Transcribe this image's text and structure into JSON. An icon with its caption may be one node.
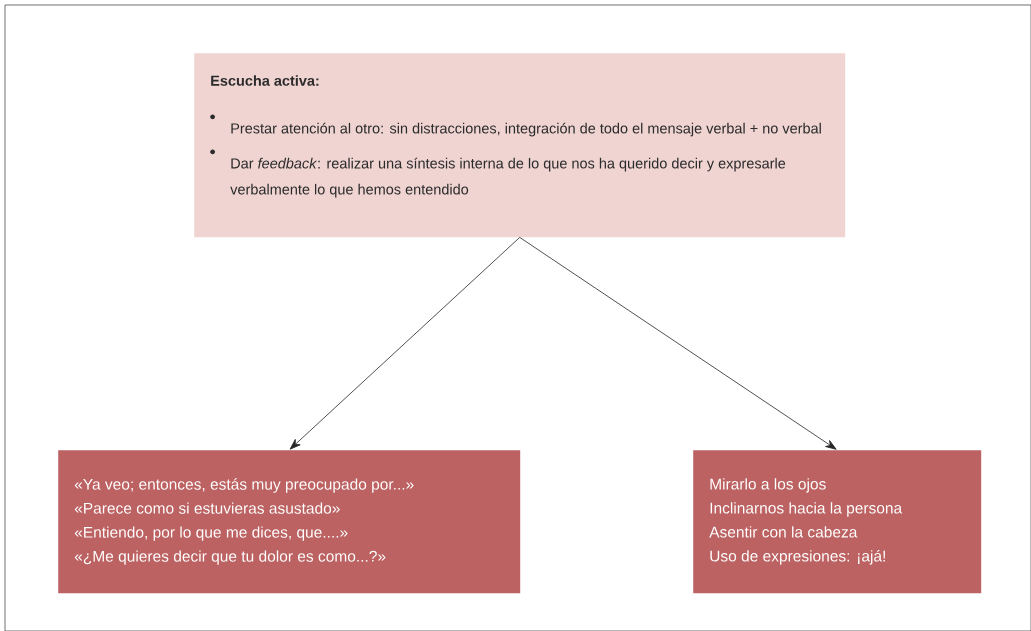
{
  "diagram": {
    "nodes": [
      {
        "text": [
          "Escucha activa:",
          "Prestar atención al otro: sin distracciones, integración de todo el mensaje verbal + no verbal",
          "Dar *feedback*: realizar una síntesis interna de lo que nos ha querido decir y expresarle verbalmente lo que hemos entendido"
        ]
      },
      {
        "text": [
          "«Ya veo; entonces, estás muy preocupado por...»",
          "«Parece como si estuvieras asustado»",
          "«Entiendo, por lo que me dices, que....»",
          "«¿Me quieres decir que tu dolor es como...?»"
        ]
      },
      {
        "text": [
          "Mirarlo a los ojos",
          "Inclinarnos hacia la persona",
          "Asentir con la cabeza",
          "Uso de expresiones: ¡ajá!"
        ]
      }
    ],
    "edges": [
      {
        "from": 0,
        "to": 1,
        "arrow": "to"
      },
      {
        "from": 0,
        "to": 2,
        "arrow": "to"
      }
    ]
  }
}
